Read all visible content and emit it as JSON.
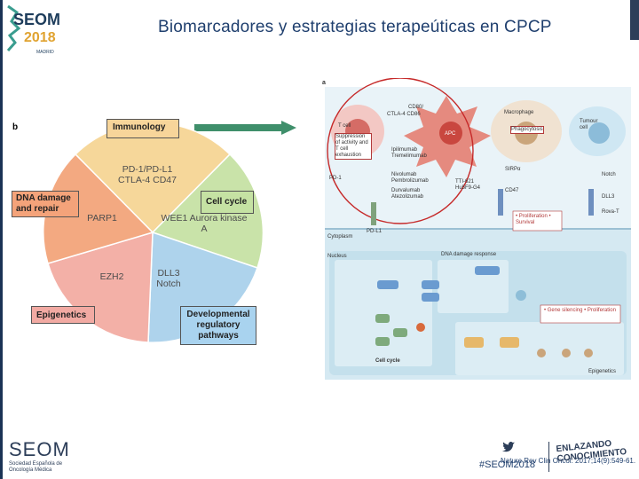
{
  "slide": {
    "title": "Biomarcadores y estrategias terapeúticas en CPCP"
  },
  "logo": {
    "line1": "SEOM",
    "line2": "2018",
    "line3": "MADRID"
  },
  "figure_b": {
    "panel_letter": "b",
    "boxes": {
      "immunology": "Immunology",
      "dna_damage": "DNA damage and repair",
      "cell_cycle": "Cell cycle",
      "epigenetics": "Epigenetics",
      "developmental": "Developmental regulatory pathways"
    },
    "segments": {
      "immuno": "PD-1/PD-L1 CTLA-4 CD47",
      "parp": "PARP1",
      "wee": "WEE1 Aurora kinase A",
      "ezh": "EZH2",
      "dll": "DLL3 Notch"
    },
    "colors": {
      "immuno": "#f6d79a",
      "dna": "#f3a981",
      "cell": "#c9e3a9",
      "epi": "#f3b0a7",
      "dev": "#aed3ec",
      "box_yellow": "#f7d59a",
      "box_orange": "#f4a37a",
      "box_green": "#c5e2a3",
      "box_pink": "#f2aaa3",
      "box_blue": "#a9d3ef"
    }
  },
  "figure_a": {
    "panel_letter": "a",
    "labels": {
      "cd80": "CD80/",
      "ctla4": "CTLA-4 CD86",
      "tcell": "T cell",
      "suppression": "Suppression of activity and T cell exhaustion",
      "apc": "APC",
      "macrophage": "Macrophage",
      "phagocytosis": "Phagocytosis",
      "tumour": "Tumour cell",
      "ipilimumab": "Ipilimumab Tremelimumab",
      "pd1": "PD-1",
      "nivolumab": "Nivolumab Pembrolizumab",
      "durvalumab": "Durvalumab Atezolizumab",
      "pdl1": "PD-L1",
      "ttl": "TTI-621 Hu5F9-G4",
      "sirp": "SIRPα",
      "cd47": "CD47",
      "notch": "Notch",
      "dll3": "DLL3",
      "rova": "Rova-T",
      "prolif": "• Proliferation • Survival",
      "cytoplasm": "Cytoplasm",
      "nucleus": "Nucleus",
      "dna_response": "DNA damage response",
      "cell_cycle": "Cell cycle",
      "epigenetics": "Epigenetics",
      "gene": "• Gene silencing • Proliferation"
    }
  },
  "footer": {
    "seom": "SEOM",
    "seom_sub": "Sociedad Española de Oncología Médica",
    "hashtag": "#SEOM2018",
    "reference": "Nature Rev Clin Oncol. 2017;14(9):549-61.",
    "enlazando": "ENLAZANDO CONOCIMIENTO"
  }
}
